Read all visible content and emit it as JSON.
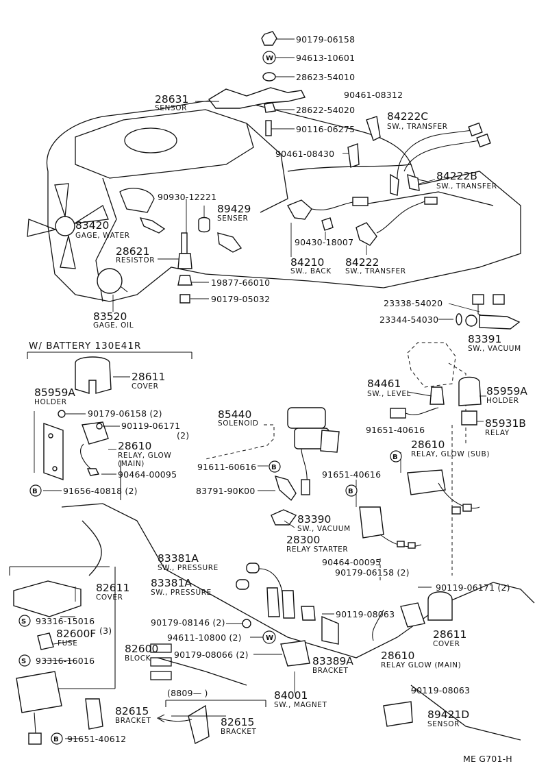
{
  "diagram": {
    "footer_code": "ME  G701-H",
    "battery_section_title": "W/ BATTERY  130E41R",
    "date_range": "(8809—        )",
    "parts": [
      {
        "id": "p1",
        "number": "90179-06158"
      },
      {
        "id": "p2",
        "number": "94613-10601"
      },
      {
        "id": "p3",
        "number": "28623-54010"
      },
      {
        "id": "p4",
        "number": "28631",
        "name": "SENSOR"
      },
      {
        "id": "p5",
        "number": "90461-08312"
      },
      {
        "id": "p6",
        "number": "28622-54020"
      },
      {
        "id": "p7",
        "number": "84222C",
        "name": "SW., TRANSFER"
      },
      {
        "id": "p8",
        "number": "90116-06275"
      },
      {
        "id": "p9",
        "number": "90461-08430"
      },
      {
        "id": "p10",
        "number": "84222B",
        "name": "SW., TRANSFER"
      },
      {
        "id": "p11",
        "number": "90930-12221"
      },
      {
        "id": "p12",
        "number": "89429",
        "name": "SENSER"
      },
      {
        "id": "p13",
        "number": "83420",
        "name": "GAGE, WATER"
      },
      {
        "id": "p14",
        "number": "28621",
        "name": "RESISTOR"
      },
      {
        "id": "p15",
        "number": "90430-18007"
      },
      {
        "id": "p16",
        "number": "84210",
        "name": "SW., BACK"
      },
      {
        "id": "p17",
        "number": "84222",
        "name": "SW., TRANSFER"
      },
      {
        "id": "p18",
        "number": "19877-66010"
      },
      {
        "id": "p19",
        "number": "90179-05032"
      },
      {
        "id": "p20",
        "number": "83520",
        "name": "GAGE, OIL"
      },
      {
        "id": "p21",
        "number": "23338-54020"
      },
      {
        "id": "p22",
        "number": "23344-54030"
      },
      {
        "id": "p23",
        "number": "83391",
        "name": "SW., VACUUM"
      },
      {
        "id": "p24",
        "number": "28611",
        "name": "COVER"
      },
      {
        "id": "p25",
        "number": "85959A",
        "name": "HOLDER"
      },
      {
        "id": "p26",
        "number": "90179-06158 (2)"
      },
      {
        "id": "p27",
        "number": "90119-06171"
      },
      {
        "id": "p27q",
        "number": "(2)"
      },
      {
        "id": "p28",
        "number": "28610",
        "name": "RELAY, GLOW",
        "name2": "(MAIN)"
      },
      {
        "id": "p29",
        "number": "90464-00095"
      },
      {
        "id": "p30",
        "number": "91656-40818 (2)"
      },
      {
        "id": "p31",
        "number": "85440",
        "name": "SOLENOID"
      },
      {
        "id": "p32",
        "number": "84461",
        "name": "SW., LEVEL"
      },
      {
        "id": "p33",
        "number": "85959A",
        "name": "HOLDER"
      },
      {
        "id": "p34",
        "number": "85931B",
        "name": "RELAY"
      },
      {
        "id": "p35",
        "number": "91651-40616"
      },
      {
        "id": "p36",
        "number": "28610",
        "name": "RELAY, GLOW (SUB)"
      },
      {
        "id": "p37",
        "number": "91611-60616"
      },
      {
        "id": "p38",
        "number": "91651-40616"
      },
      {
        "id": "p39",
        "number": "83791-90K00"
      },
      {
        "id": "p40",
        "number": "83390",
        "name": "SW., VACUUM"
      },
      {
        "id": "p41",
        "number": "28300",
        "name": "RELAY  STARTER"
      },
      {
        "id": "p42",
        "number": "90464-00095"
      },
      {
        "id": "p43",
        "number": "83381A",
        "name": "SW., PRESSURE"
      },
      {
        "id": "p44",
        "number": "83381A",
        "name": "SW., PRESSURE"
      },
      {
        "id": "p45",
        "number": "90179-06158 (2)"
      },
      {
        "id": "p46",
        "number": "90119-06171 (2)"
      },
      {
        "id": "p47",
        "number": "82611",
        "name": "COVER"
      },
      {
        "id": "p48",
        "number": "90119-08063"
      },
      {
        "id": "p49",
        "number": "93316-15016"
      },
      {
        "id": "p49q",
        "number": "(3)"
      },
      {
        "id": "p50",
        "number": "82600F",
        "name": "FUSE"
      },
      {
        "id": "p51",
        "number": "90179-08146 (2)"
      },
      {
        "id": "p52",
        "number": "94611-10800 (2)"
      },
      {
        "id": "p53",
        "number": "82600",
        "name": "BLOCK"
      },
      {
        "id": "p54",
        "number": "90179-08066 (2)"
      },
      {
        "id": "p55",
        "number": "83389A",
        "name": "BRACKET"
      },
      {
        "id": "p56",
        "number": "28611",
        "name": "COVER"
      },
      {
        "id": "p57",
        "number": "93316-16016"
      },
      {
        "id": "p58",
        "number": "28610",
        "name": "RELAY  GLOW (MAIN)"
      },
      {
        "id": "p59",
        "number": "90119-08063"
      },
      {
        "id": "p60",
        "number": "82615",
        "name": "BRACKET"
      },
      {
        "id": "p61",
        "number": "84001",
        "name": "SW., MAGNET"
      },
      {
        "id": "p62",
        "number": "82615",
        "name": "BRACKET"
      },
      {
        "id": "p63",
        "number": "89421D",
        "name": "SENSOR"
      },
      {
        "id": "p64",
        "number": "91651-40612"
      }
    ],
    "symbols": {
      "washer": "W",
      "stud": "S",
      "bolt": "B"
    }
  }
}
